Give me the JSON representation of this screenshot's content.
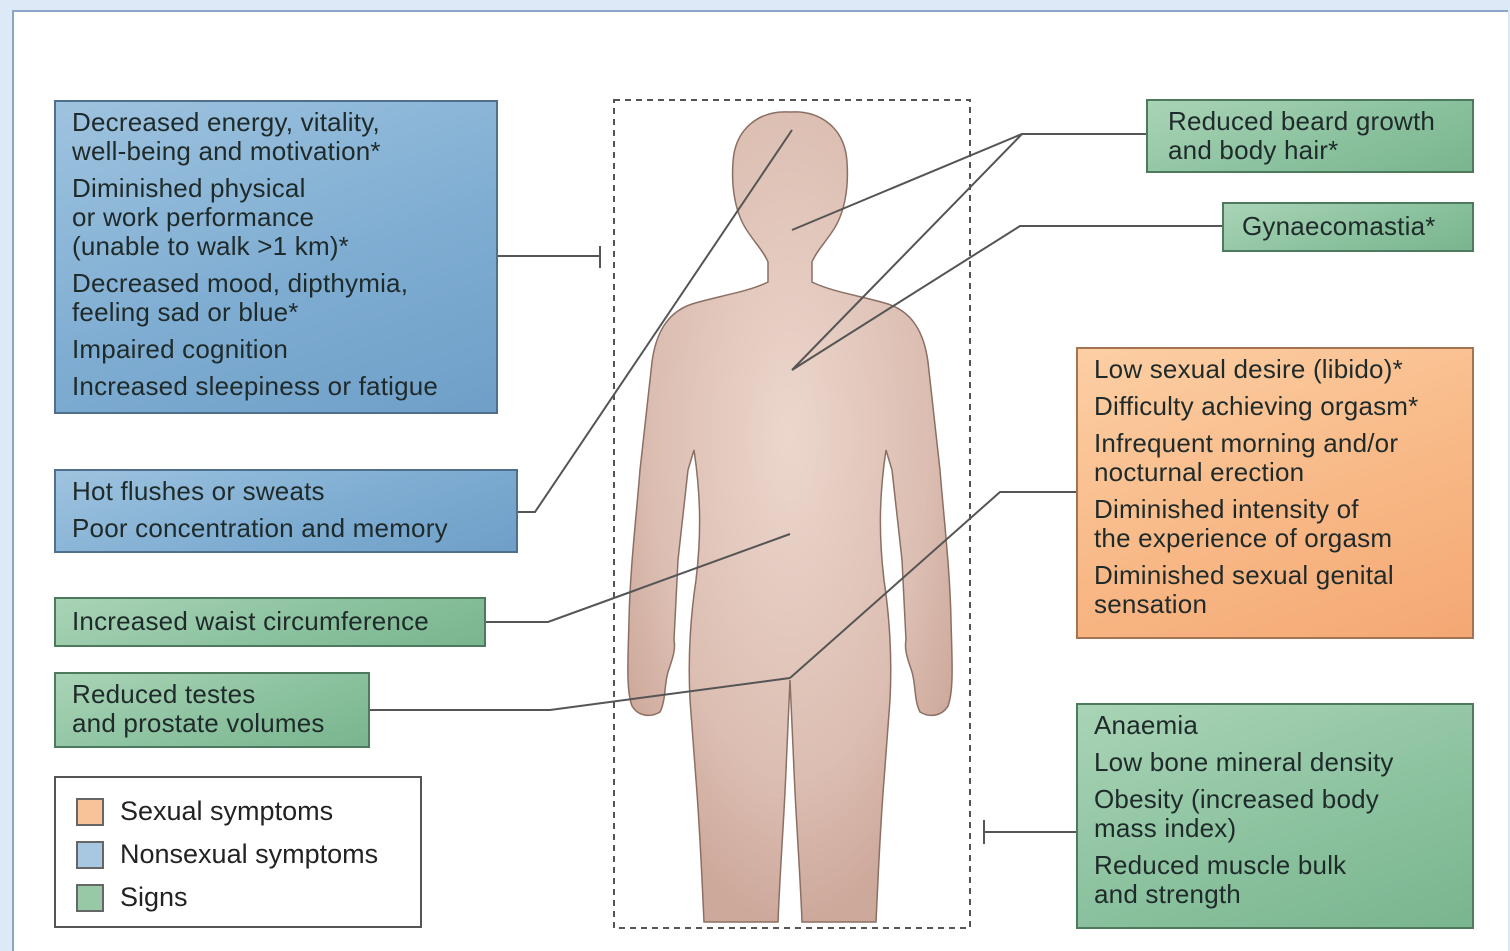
{
  "boxes": {
    "nonsexual_main": [
      "Decreased energy, vitality,\nwell-being and motivation*",
      "Diminished physical\nor work performance\n(unable to walk >1 km)*",
      "Decreased mood, dipthymia,\nfeeling sad or blue*",
      "Impaired cognition",
      "Increased sleepiness or fatigue"
    ],
    "nonsexual_secondary": [
      "Hot flushes or sweats",
      "Poor concentration and memory"
    ],
    "waist": [
      "Increased waist circumference"
    ],
    "testes": [
      "Reduced testes\nand prostate volumes"
    ],
    "beard": [
      "Reduced beard growth\nand body hair*"
    ],
    "gynaecomastia": [
      "Gynaecomastia*"
    ],
    "sexual": [
      "Low sexual desire (libido)*",
      "Difficulty achieving orgasm*",
      "Infrequent morning and/or\nnocturnal erection",
      "Diminished intensity of\nthe experience of orgasm",
      "Diminished sexual genital\nsensation"
    ],
    "signs_other": [
      "Anaemia",
      "Low bone mineral density",
      "Obesity (increased body\nmass index)",
      "Reduced muscle bulk\nand strength"
    ]
  },
  "legend": [
    {
      "label": "Sexual symptoms",
      "color": "#f8c398"
    },
    {
      "label": "Nonsexual symptoms",
      "color": "#a8c8e2"
    },
    {
      "label": "Signs",
      "color": "#97c9a6"
    }
  ],
  "colors": {
    "nonsexual": "#7fadd2",
    "signs": "#8cc29f",
    "sexual": "#f8b886",
    "body": "#dcbeb2"
  }
}
